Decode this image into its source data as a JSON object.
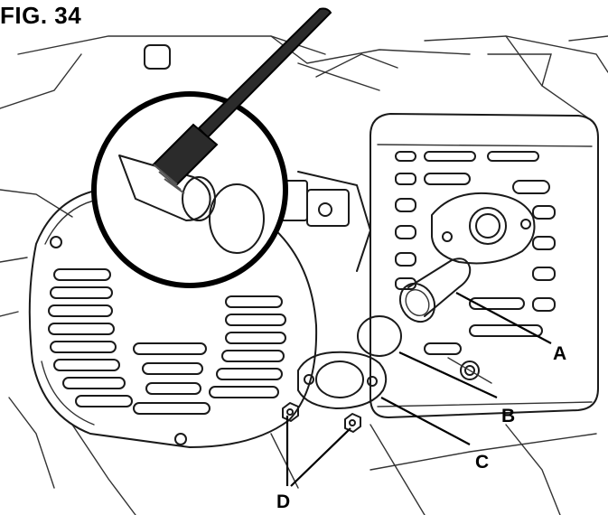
{
  "figure": {
    "title": "FIG. 34",
    "callouts": {
      "a": "A",
      "b": "B",
      "c": "C",
      "d": "D"
    }
  },
  "icons": {
    "brush": "wire-brush-icon",
    "spark_arrestor": "spark-arrestor-screen-icon",
    "screen_disc": "screen-disc-icon",
    "gasket": "gasket-icon",
    "nut": "nut-icon"
  }
}
